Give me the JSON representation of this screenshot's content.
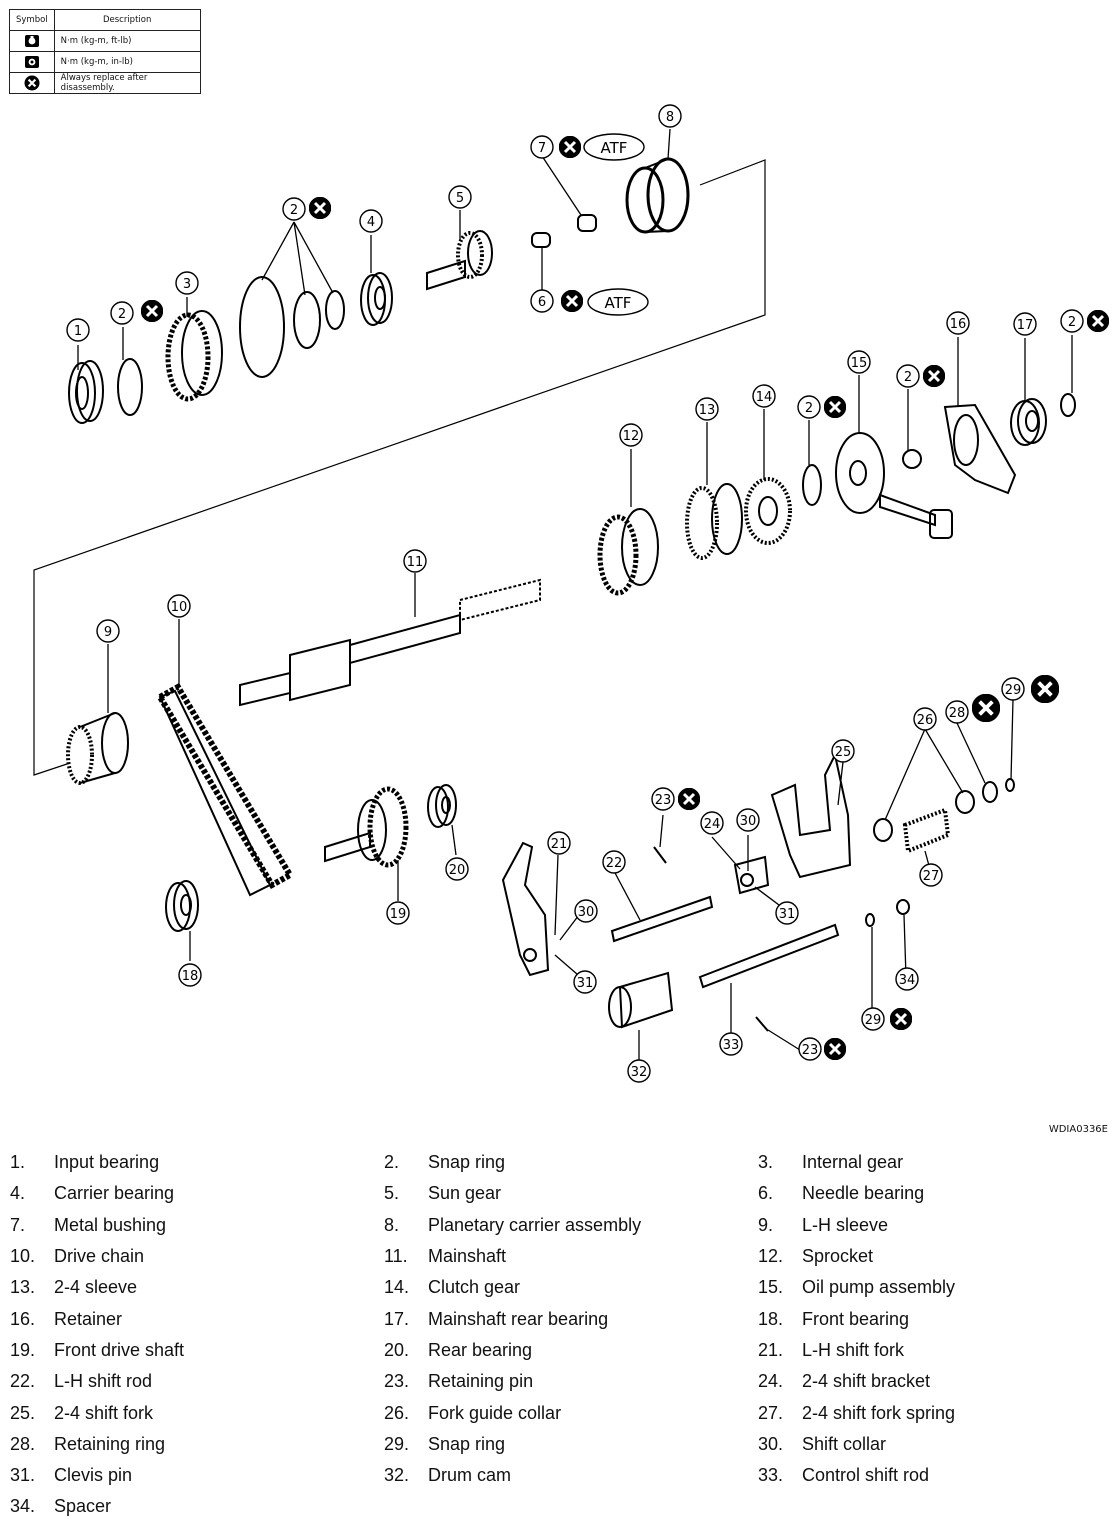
{
  "legend": {
    "headers": {
      "symbol": "Symbol",
      "description": "Description"
    },
    "rows": [
      {
        "icon": "torque-wrench-icon",
        "description": "N·m (kg-m, ft-lb)"
      },
      {
        "icon": "torque-wrench-small-icon",
        "description": "N·m (kg-m, in-lb)"
      },
      {
        "icon": "always-replace-icon",
        "description": "Always replace after disassembly."
      }
    ]
  },
  "callouts": {
    "n1": "1",
    "n2": "2",
    "n3": "3",
    "n4": "4",
    "n5": "5",
    "n6": "6",
    "n7": "7",
    "n8": "8",
    "n9": "9",
    "n10": "10",
    "n11": "11",
    "n12": "12",
    "n13": "13",
    "n14": "14",
    "n15": "15",
    "n16": "16",
    "n17": "17",
    "n18": "18",
    "n19": "19",
    "n20": "20",
    "n21": "21",
    "n22": "22",
    "n23": "23",
    "n24": "24",
    "n25": "25",
    "n26": "26",
    "n27": "27",
    "n28": "28",
    "n29": "29",
    "n30": "30",
    "n31": "31",
    "n32": "32",
    "n33": "33",
    "n34": "34",
    "atf": "ATF"
  },
  "figure_code": "WDIA0336E",
  "parts": [
    {
      "num": "1.",
      "name": "Input bearing"
    },
    {
      "num": "2.",
      "name": "Snap ring"
    },
    {
      "num": "3.",
      "name": "Internal gear"
    },
    {
      "num": "4.",
      "name": "Carrier bearing"
    },
    {
      "num": "5.",
      "name": "Sun gear"
    },
    {
      "num": "6.",
      "name": "Needle bearing"
    },
    {
      "num": "7.",
      "name": "Metal bushing"
    },
    {
      "num": "8.",
      "name": "Planetary carrier assembly"
    },
    {
      "num": "9.",
      "name": "L-H sleeve"
    },
    {
      "num": "10.",
      "name": "Drive chain"
    },
    {
      "num": "11.",
      "name": "Mainshaft"
    },
    {
      "num": "12.",
      "name": "Sprocket"
    },
    {
      "num": "13.",
      "name": "2-4 sleeve"
    },
    {
      "num": "14.",
      "name": "Clutch gear"
    },
    {
      "num": "15.",
      "name": "Oil pump assembly"
    },
    {
      "num": "16.",
      "name": "Retainer"
    },
    {
      "num": "17.",
      "name": "Mainshaft rear bearing"
    },
    {
      "num": "18.",
      "name": "Front bearing"
    },
    {
      "num": "19.",
      "name": "Front drive shaft"
    },
    {
      "num": "20.",
      "name": "Rear bearing"
    },
    {
      "num": "21.",
      "name": "L-H shift fork"
    },
    {
      "num": "22.",
      "name": "L-H shift rod"
    },
    {
      "num": "23.",
      "name": "Retaining pin"
    },
    {
      "num": "24.",
      "name": "2-4 shift bracket"
    },
    {
      "num": "25.",
      "name": "2-4 shift fork"
    },
    {
      "num": "26.",
      "name": "Fork guide collar"
    },
    {
      "num": "27.",
      "name": "2-4 shift fork spring"
    },
    {
      "num": "28.",
      "name": "Retaining ring"
    },
    {
      "num": "29.",
      "name": "Snap ring"
    },
    {
      "num": "30.",
      "name": "Shift collar"
    },
    {
      "num": "31.",
      "name": "Clevis pin"
    },
    {
      "num": "32.",
      "name": "Drum cam"
    },
    {
      "num": "33.",
      "name": "Control shift rod"
    },
    {
      "num": "34.",
      "name": "Spacer"
    }
  ]
}
